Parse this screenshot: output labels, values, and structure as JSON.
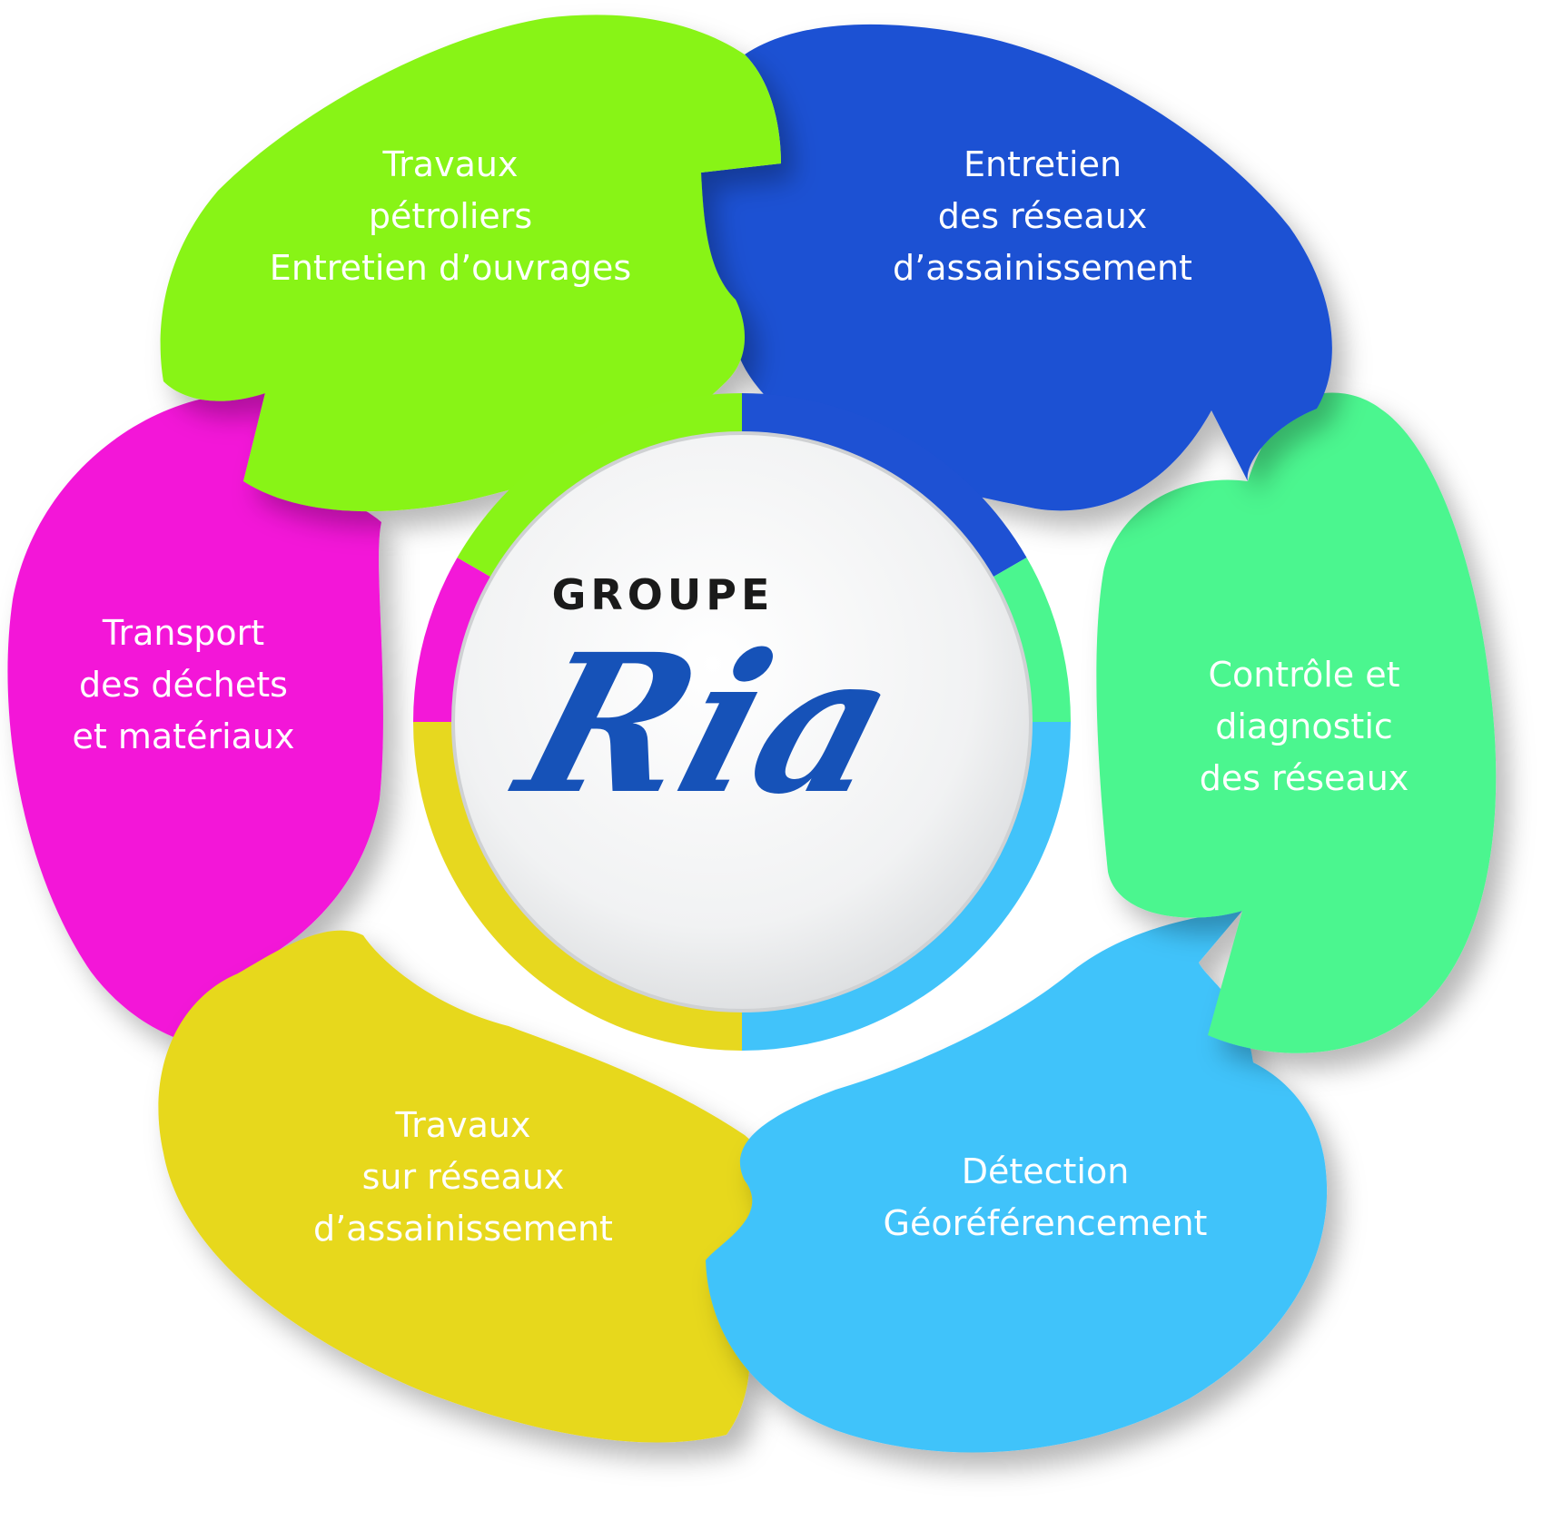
{
  "brand": {
    "prefix": "GROUPE",
    "name": "Ria",
    "color": "#1652b8"
  },
  "segments": [
    {
      "id": "green",
      "color": "#88f417",
      "lines": [
        "Travaux",
        "pétroliers",
        "Entretien d’ouvrages"
      ]
    },
    {
      "id": "blue",
      "color": "#1e51d3",
      "lines": [
        "Entretien",
        "des réseaux",
        "d’assainissement"
      ]
    },
    {
      "id": "mint",
      "color": "#4bf68f",
      "lines": [
        "Contrôle et",
        "diagnostic",
        "des réseaux"
      ]
    },
    {
      "id": "sky",
      "color": "#41c3fa",
      "lines": [
        "Détection",
        "Géoréférencement"
      ]
    },
    {
      "id": "yellow",
      "color": "#e7d81f",
      "lines": [
        "Travaux",
        "sur réseaux",
        "d’assainissement"
      ]
    },
    {
      "id": "pink",
      "color": "#f318d8",
      "lines": [
        "Transport",
        "des déchets",
        "et matériaux"
      ]
    }
  ]
}
